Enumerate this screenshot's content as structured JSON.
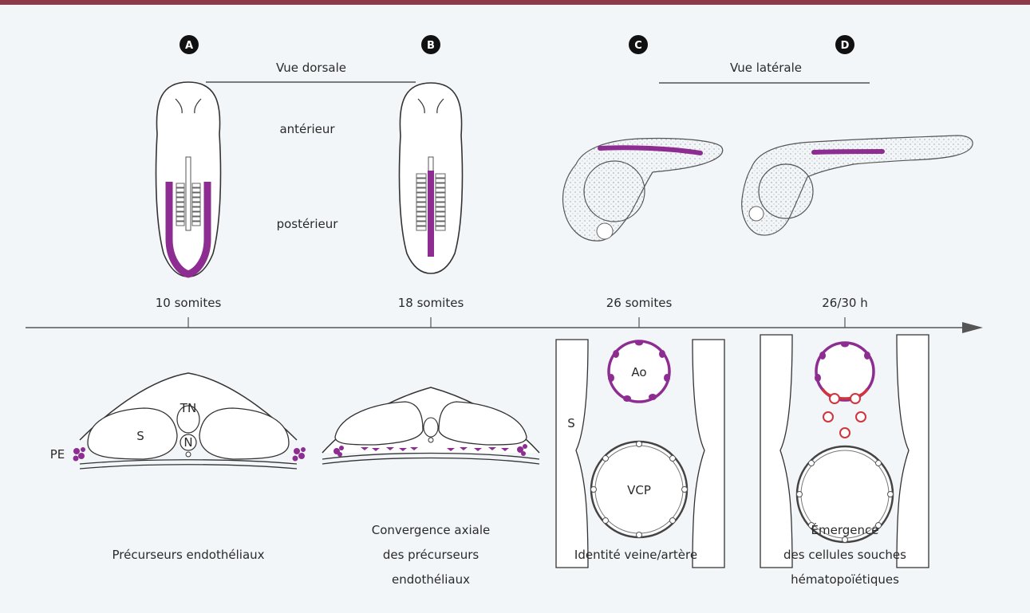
{
  "panels": {
    "a": "A",
    "b": "B",
    "c": "C",
    "d": "D"
  },
  "views": {
    "dorsal": "Vue dorsale",
    "lateral": "Vue latérale"
  },
  "orientation": {
    "anterior": "antérieur",
    "posterior": "postérieur"
  },
  "stages": {
    "s1": "10 somites",
    "s2": "18 somites",
    "s3": "26 somites",
    "s4": "26/30 h"
  },
  "section_labels": {
    "tn": "TN",
    "s": "S",
    "n": "N",
    "pe": "PE",
    "s_vessel": "S",
    "ao": "Ao",
    "vcp": "VCP"
  },
  "captions": {
    "c1": [
      "Précurseurs endothéliaux"
    ],
    "c2": [
      "Convergence axiale",
      "des précurseurs",
      "endothéliaux"
    ],
    "c3": [
      "Identité veine/artère"
    ],
    "c4": [
      "Émergence",
      "des cellules souches",
      "hématopoïétiques"
    ]
  },
  "colors": {
    "accent_bar": "#8d3a4a",
    "endothelial_purple": "#8e2d91",
    "hematopoietic_red": "#d0343c",
    "background": "#f3f6f9"
  }
}
